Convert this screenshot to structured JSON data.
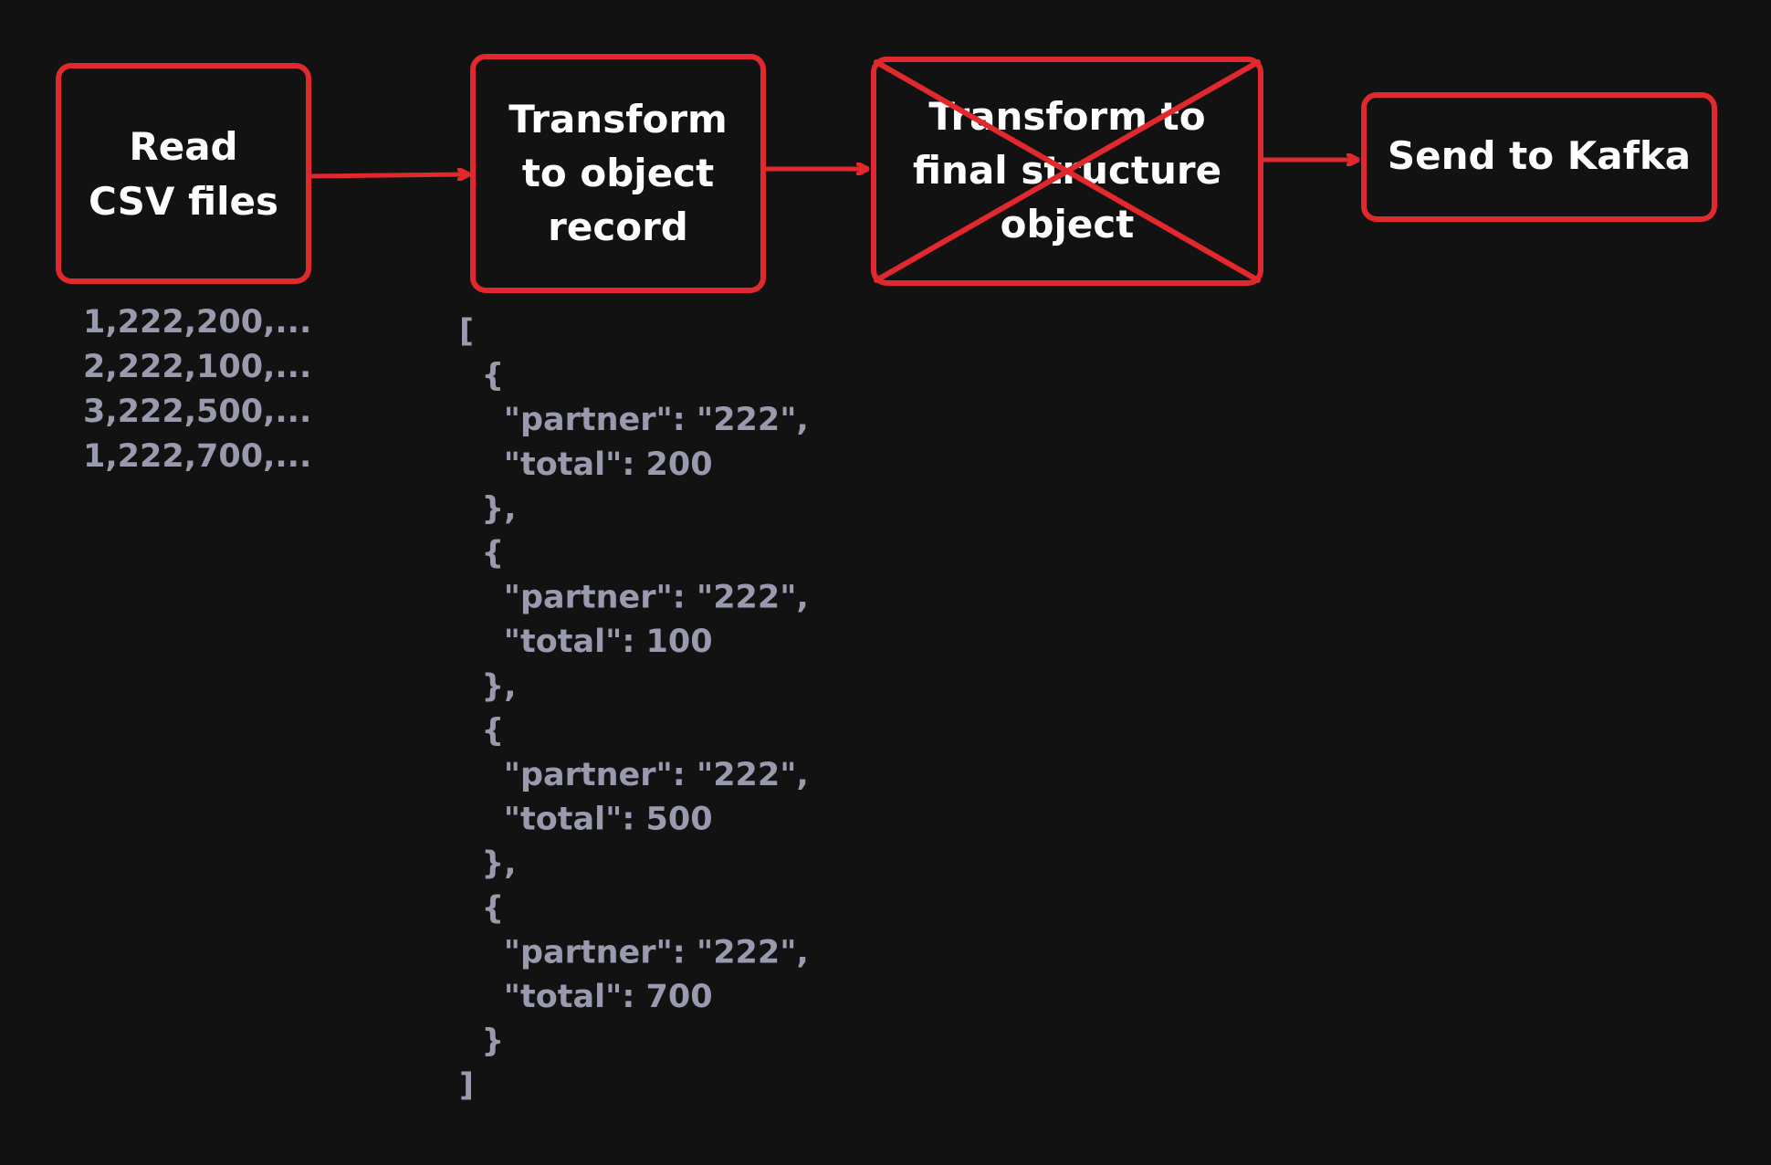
{
  "colors": {
    "background": "#121212",
    "box_stroke": "#e0282d",
    "arrow": "#e0282d",
    "label_text": "#ffffff",
    "code_text": "#9a9aae"
  },
  "nodes": [
    {
      "id": "read-csv",
      "lines": [
        "Read",
        "CSV files"
      ]
    },
    {
      "id": "transform-object",
      "lines": [
        "Transform",
        "to object",
        "record"
      ]
    },
    {
      "id": "transform-final",
      "lines": [
        "Transform to",
        "final structure",
        "object"
      ],
      "crossed_out": true
    },
    {
      "id": "send-kafka",
      "lines": [
        "Send to Kafka"
      ]
    }
  ],
  "edges": [
    {
      "from": "read-csv",
      "to": "transform-object"
    },
    {
      "from": "transform-object",
      "to": "transform-final"
    },
    {
      "from": "transform-final",
      "to": "send-kafka"
    }
  ],
  "csv_sample": [
    "1,222,200,...",
    "2,222,100,...",
    "3,222,500,...",
    "1,222,700,..."
  ],
  "json_sample": [
    "[",
    "  {",
    "    \"partner\": \"222\",",
    "    \"total\": 200",
    "  },",
    "  {",
    "    \"partner\": \"222\",",
    "    \"total\": 100",
    "  },",
    "  {",
    "    \"partner\": \"222\",",
    "    \"total\": 500",
    "  },",
    "  {",
    "    \"partner\": \"222\",",
    "    \"total\": 700",
    "  }",
    "]"
  ]
}
